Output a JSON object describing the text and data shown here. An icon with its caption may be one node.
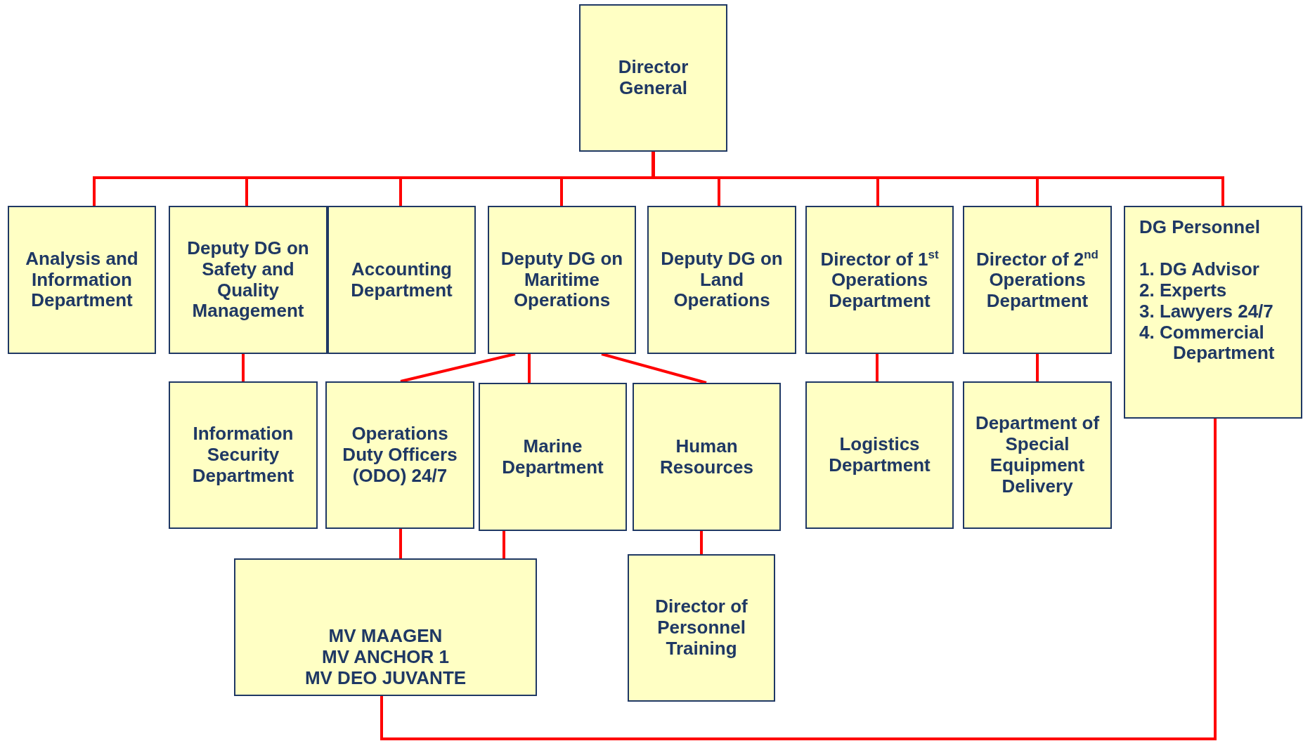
{
  "diagram": {
    "nodes": [
      {
        "text": [
          "Director General"
        ]
      },
      {
        "text": [
          "Analysis and Information Department"
        ]
      },
      {
        "text": [
          "Deputy DG on Safety and Quality Management"
        ]
      },
      {
        "text": [
          "Accounting Department"
        ]
      },
      {
        "text": [
          "Deputy DG on Maritime Operations"
        ]
      },
      {
        "text": [
          "Deputy DG on Land Operations"
        ]
      },
      {
        "text": [
          "Director of 1$^{st}$ Operations Department"
        ]
      },
      {
        "text": [
          "Director of 2$^{nd}$ Operations Department"
        ]
      },
      {
        "text": [
          "DG Personnel",
          "1. DG Advisor",
          "2. Experts",
          "3. Lawyers 24/7",
          "4. Commercial Department"
        ]
      },
      {
        "text": [
          "Information Security Department"
        ]
      },
      {
        "text": [
          "Operations Duty Officers (ODO) 24/7"
        ]
      },
      {
        "text": [
          "Marine Department"
        ]
      },
      {
        "text": [
          "Human Resources"
        ]
      },
      {
        "text": [
          "Logistics Department"
        ]
      },
      {
        "text": [
          "Department of Special Equipment Delivery"
        ]
      },
      {
        "text": [
          "MV MAAGEN",
          "MV ANCHOR 1",
          "MV DEO JUVANTE"
        ]
      },
      {
        "text": [
          "Director of Personnel Training"
        ]
      }
    ],
    "edges": [
      {
        "from": 0,
        "to": 1,
        "arrow": "none"
      },
      {
        "from": 0,
        "to": 2,
        "arrow": "none"
      },
      {
        "from": 0,
        "to": 3,
        "arrow": "none"
      },
      {
        "from": 0,
        "to": 4,
        "arrow": "none"
      },
      {
        "from": 0,
        "to": 5,
        "arrow": "none"
      },
      {
        "from": 0,
        "to": 6,
        "arrow": "none"
      },
      {
        "from": 0,
        "to": 7,
        "arrow": "none"
      },
      {
        "from": 0,
        "to": 8,
        "arrow": "none"
      },
      {
        "from": 2,
        "to": 9,
        "arrow": "none"
      },
      {
        "from": 4,
        "to": 10,
        "arrow": "none"
      },
      {
        "from": 4,
        "to": 11,
        "arrow": "none"
      },
      {
        "from": 4,
        "to": 12,
        "arrow": "none"
      },
      {
        "from": 6,
        "to": 13,
        "arrow": "none"
      },
      {
        "from": 7,
        "to": 14,
        "arrow": "none"
      },
      {
        "from": 10,
        "to": 15,
        "arrow": "none"
      },
      {
        "from": 11,
        "to": 15,
        "arrow": "none"
      },
      {
        "from": 12,
        "to": 16,
        "arrow": "none"
      },
      {
        "from": 8,
        "to": 15,
        "arrow": "none"
      }
    ]
  }
}
